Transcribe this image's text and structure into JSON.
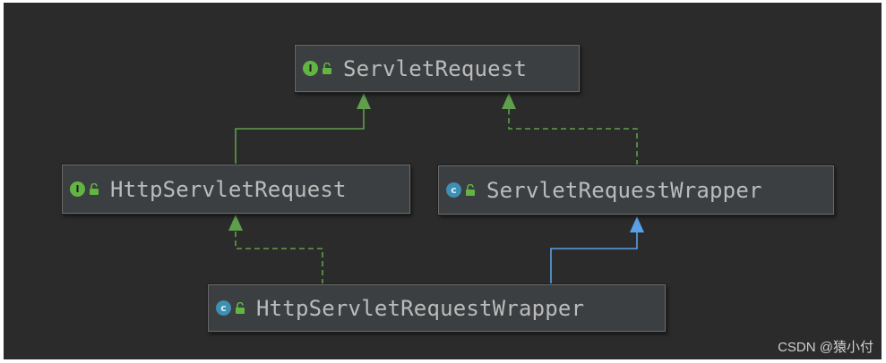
{
  "nodes": {
    "servlet_request": {
      "label": "ServletRequest",
      "badge": "I"
    },
    "http_servlet_request": {
      "label": "HttpServletRequest",
      "badge": "I"
    },
    "servlet_request_wrapper": {
      "label": "ServletRequestWrapper",
      "badge": "c"
    },
    "http_servlet_request_wrapper": {
      "label": "HttpServletRequestWrapper",
      "badge": "c"
    }
  },
  "colors": {
    "extends_interface": "#5f9e4a",
    "implements": "#5f9e4a",
    "extends_class": "#5aa0e6",
    "background": "#2b2b2b",
    "node_fill": "#3c3f41"
  },
  "watermark": "CSDN @猿小付"
}
